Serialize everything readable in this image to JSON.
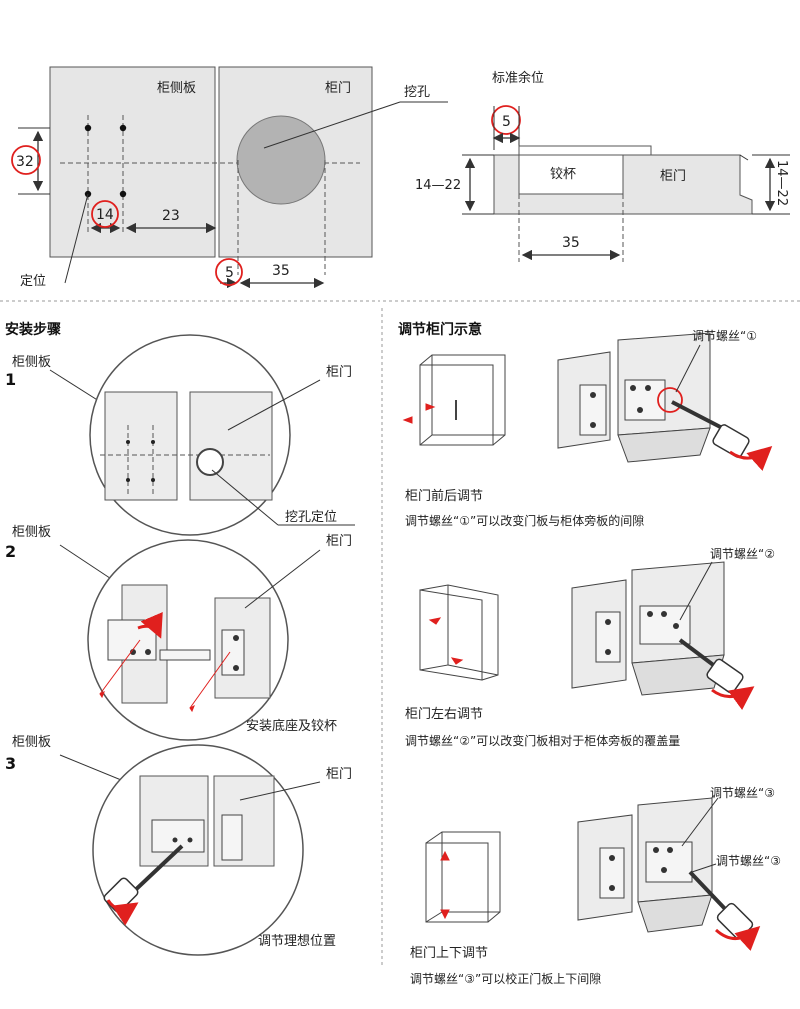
{
  "top_diagram": {
    "label_cabinet_side": "柜侧板",
    "label_door": "柜门",
    "label_hole": "挖孔",
    "label_locate": "定位",
    "dim_32": "32",
    "dim_14": "14",
    "dim_23": "23",
    "dim_5": "5",
    "dim_35": "35"
  },
  "side_diagram": {
    "label_standard_margin": "标准余位",
    "dim_5": "5",
    "dim_14_22_left": "14—22",
    "dim_14_22_right": "14—22",
    "label_cup": "铰杯",
    "label_door": "柜门",
    "dim_35": "35"
  },
  "install": {
    "title": "安装步骤",
    "step1": {
      "number": "1",
      "label_side": "柜侧板",
      "label_door": "柜门",
      "label_hole": "挖孔定位"
    },
    "step2": {
      "number": "2",
      "label_side": "柜侧板",
      "label_door": "柜门",
      "caption": "安装底座及铰杯"
    },
    "step3": {
      "number": "3",
      "label_side": "柜侧板",
      "label_door": "柜门",
      "caption": "调节理想位置"
    }
  },
  "adjust": {
    "title": "调节柜门示意",
    "row1": {
      "screw_label": "调节螺丝“①",
      "title": "柜门前后调节",
      "desc": "调节螺丝“①”可以改变门板与柜体旁板的间隙"
    },
    "row2": {
      "screw_label": "调节螺丝“②",
      "title": "柜门左右调节",
      "desc": "调节螺丝“②”可以改变门板相对于柜体旁板的覆盖量"
    },
    "row3": {
      "screw_label_a": "调节螺丝“③",
      "screw_label_b": "调节螺丝“③",
      "title": "柜门上下调节",
      "desc": "调节螺丝“③”可以校正门板上下间隙"
    }
  },
  "colors": {
    "accent_red": "#e0201e",
    "panel_gray": "#e6e6e6",
    "hole_gray": "#b3b3b3"
  }
}
